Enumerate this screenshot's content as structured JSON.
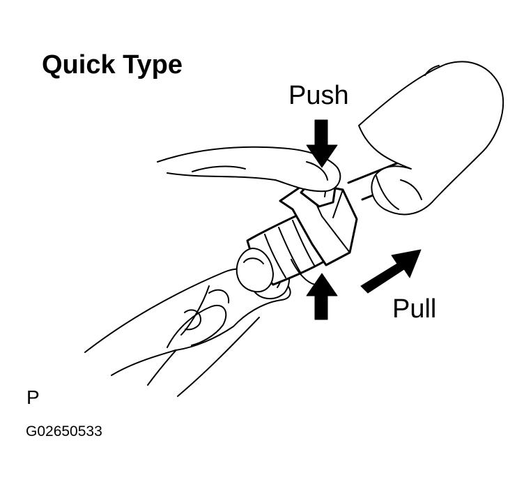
{
  "title": "Quick Type",
  "labels": {
    "push": "Push",
    "pull": "Pull"
  },
  "footer": {
    "marker": "P",
    "code": "G02650533"
  },
  "icons": {
    "push_arrows": "arrow-icon",
    "pull_arrow": "arrow-icon"
  },
  "colors": {
    "ink": "#000000",
    "background": "#ffffff"
  }
}
